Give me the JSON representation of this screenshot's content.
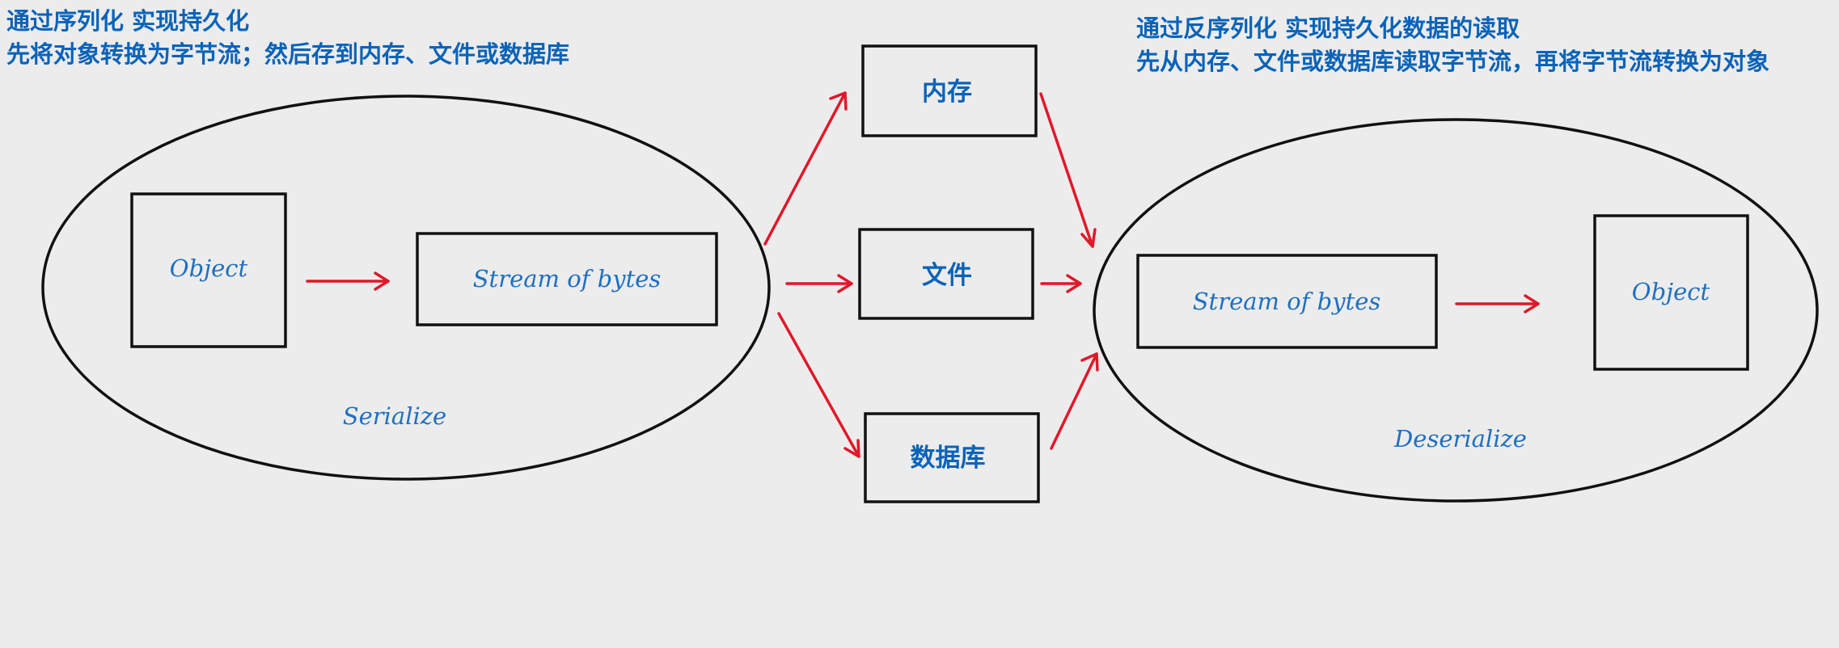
{
  "notes": {
    "serialize_title": "通过序列化 实现持久化",
    "serialize_desc": "先将对象转换为字节流；然后存到内存、文件或数据库",
    "deserialize_title": "通过反序列化 实现持久化数据的读取",
    "deserialize_desc": "先从内存、文件或数据库读取字节流，再将字节流转换为对象"
  },
  "serialize_group": {
    "object_label": "Object",
    "stream_label": "Stream of bytes",
    "caption": "Serialize"
  },
  "storage": {
    "memory_label": "内存",
    "file_label": "文件",
    "database_label": "数据库"
  },
  "deserialize_group": {
    "stream_label": "Stream of bytes",
    "object_label": "Object",
    "caption": "Deserialize"
  },
  "colors": {
    "text_blue": "#0a63b8",
    "arrow_red": "#e0182a",
    "outline": "#111111",
    "background": "#ececec"
  }
}
